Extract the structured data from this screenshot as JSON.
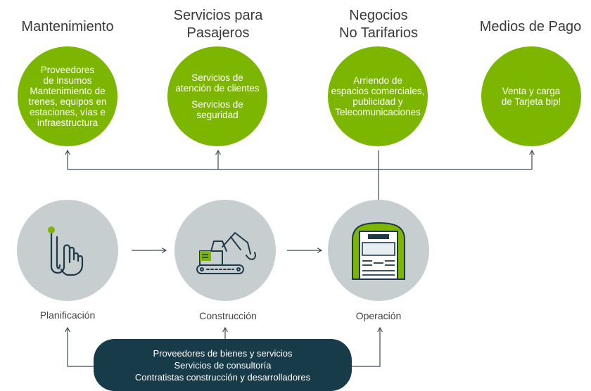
{
  "categories": [
    {
      "heading": "Mantenimiento",
      "items": [
        "Proveedores\nde insumos\nMantenimiento de\ntrenes, equipos en\nestaciones, vías e\ninfraestructura"
      ]
    },
    {
      "heading": "Servicios para\nPasajeros",
      "items": [
        "Servicios de\natención de clientes",
        "Servicios de\nseguridad"
      ]
    },
    {
      "heading": "Negocios\nNo Tarifarios",
      "items": [
        "Arriendo de\nespacios comerciales,\npublicidad y\nTelecomunicaciones"
      ]
    },
    {
      "heading": "Medios de Pago",
      "items": [
        "Venta y carga\nde Tarjeta bip!"
      ]
    }
  ],
  "phases": [
    {
      "label": "Planificación",
      "icon": "touch-hand-icon"
    },
    {
      "label": "Construcción",
      "icon": "excavator-icon"
    },
    {
      "label": "Operación",
      "icon": "metro-train-icon"
    }
  ],
  "suppliers_box": {
    "lines": [
      "Proveedores de bienes y servicios",
      "Servicios de consultoría",
      "Contratistas construcción y desarrolladores"
    ]
  },
  "colors": {
    "green": "#7db600",
    "gray_circle": "#c6ced0",
    "dark_box": "#183b4a",
    "line": "#3a4a55"
  }
}
